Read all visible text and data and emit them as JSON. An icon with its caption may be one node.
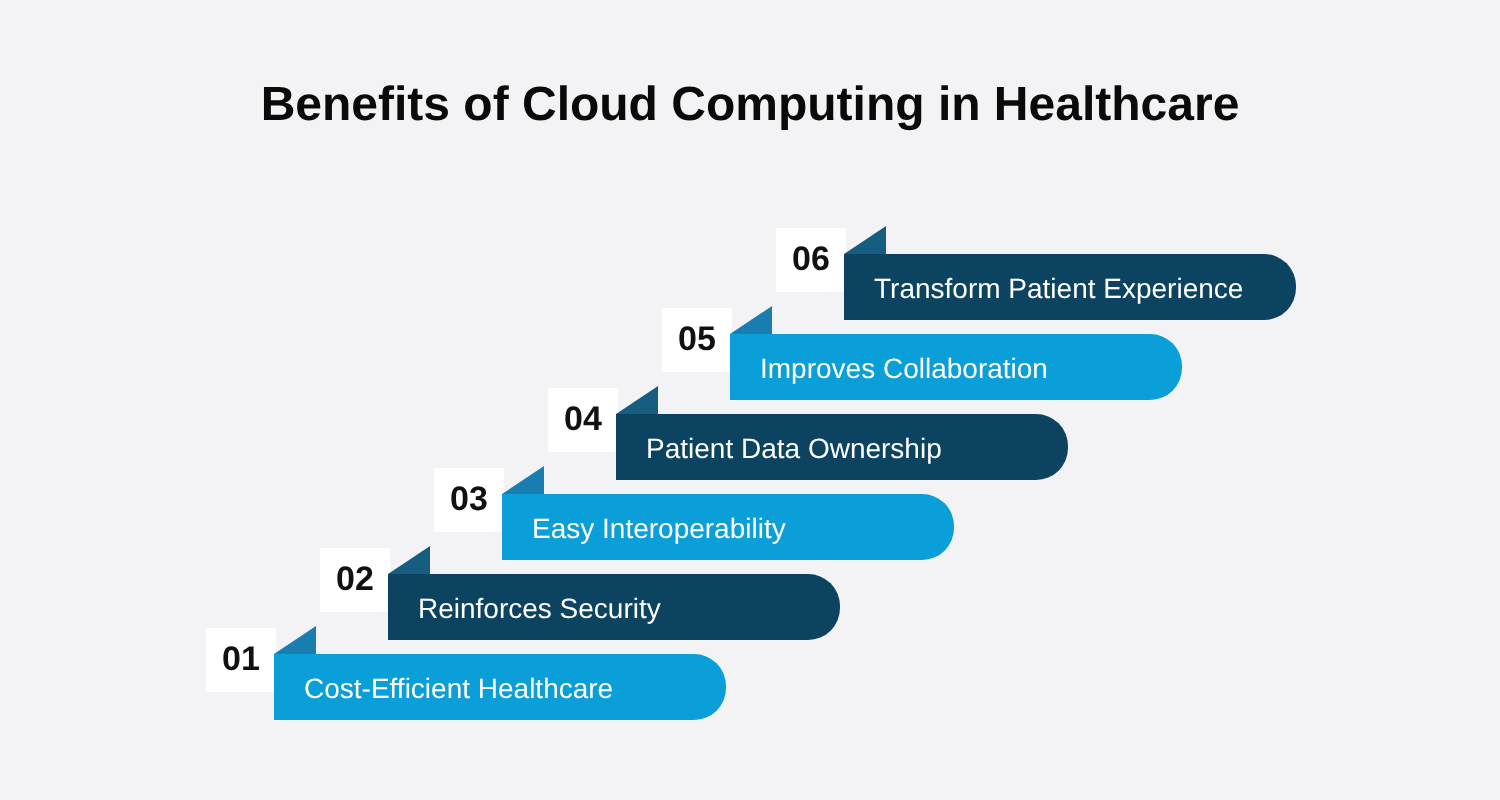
{
  "diagram": {
    "title": "Benefits of Cloud Computing in Healthcare",
    "nodes": [
      {
        "text": [
          "01"
        ]
      },
      {
        "text": [
          "Cost-Efficient Healthcare"
        ]
      },
      {
        "text": [
          "02"
        ]
      },
      {
        "text": [
          "Reinforces Security"
        ]
      },
      {
        "text": [
          "03"
        ]
      },
      {
        "text": [
          "Easy Interoperability"
        ]
      },
      {
        "text": [
          "04"
        ]
      },
      {
        "text": [
          "Patient Data Ownership"
        ]
      },
      {
        "text": [
          "05"
        ]
      },
      {
        "text": [
          "Improves Collaboration"
        ]
      },
      {
        "text": [
          "06"
        ]
      },
      {
        "text": [
          "Transform Patient Experience"
        ]
      }
    ]
  }
}
